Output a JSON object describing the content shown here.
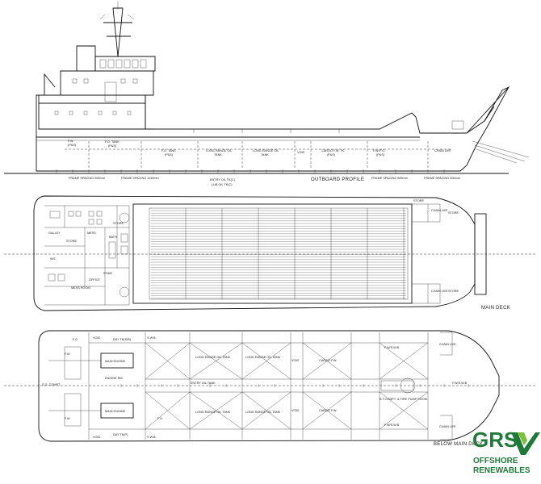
{
  "profile": {
    "caption": "OUTBOARD PROFILE",
    "tanks": [
      {
        "key": "fw",
        "t1": "F.W",
        "t2": "(P&S)"
      },
      {
        "key": "fo1",
        "t1": "F.O. TANK",
        "t2": "(P&S)"
      },
      {
        "key": "fo2",
        "t1": "F.O. TANK",
        "t2": "(P&S)"
      },
      {
        "key": "lr1",
        "t1": "LONG RANGE OIL",
        "t2": "TANK"
      },
      {
        "key": "lr2",
        "t1": "LONG RANGE OIL",
        "t2": "TANK"
      },
      {
        "key": "vd",
        "t1": "VOID",
        "t2": ""
      },
      {
        "key": "cargo",
        "t1": "CARGO F.W. TK.",
        "t2": "(P&S)"
      },
      {
        "key": "fwfo",
        "t1": "F.W./F.O.",
        "t2": "(P&S)"
      }
    ],
    "chain": "CHAIN LKR",
    "sub_labels": [
      "ENTRY OIL TK(C)",
      "LUB OIL TK(C)"
    ],
    "dims": [
      "FRAME SPACING 500mm",
      "FRAME SPACING 1130mm",
      "FRAME SPACING 600mm",
      "FRAME SPACING 500mm"
    ]
  },
  "main_deck": {
    "caption": "MAIN DECK",
    "rooms": [
      "GALLEY",
      "MESS",
      "STORE",
      "BATH",
      "W/C",
      "MESS ROOM",
      "STAIR",
      "OFFICE",
      "STORE",
      "STORE",
      "CHAIN LKR",
      "STORE",
      "CHAIN LKR",
      "STORE"
    ]
  },
  "below_deck": {
    "caption": "BELOW MAIN DECK",
    "rooms": [
      "S.G. COMPT.",
      "F.O.",
      "DAY TK(S/B)",
      "ENGINE RM.",
      "MAIN ENGINE",
      "MAIN ENGINE",
      "DAY TK(P)",
      "F.O.",
      "LONG RANGE OIL TANK",
      "LONG RANGE OIL TANK",
      "LONG RANGE OIL TANK",
      "LONG RANGE OIL TANK",
      "VOID",
      "VOID",
      "CARGO F.W.",
      "CARGO F.W.",
      "F.W/S.W.B",
      "F.W/S.W.B",
      "F.W/S.W.B",
      "CHAIN LKR",
      "CHAIN LKR",
      "B.T.COMPT. & FIRE PUMP ROOM",
      "ENTRY OIL TANK"
    ],
    "side_labels": [
      "F.W",
      "F.W",
      "VOID",
      "VOID",
      "S.W.B.",
      "S.W.B."
    ]
  },
  "logo": {
    "text": "GRS",
    "sub1": "OFFSHORE",
    "sub2": "RENEWABLES",
    "color": "#1f7a3a"
  }
}
